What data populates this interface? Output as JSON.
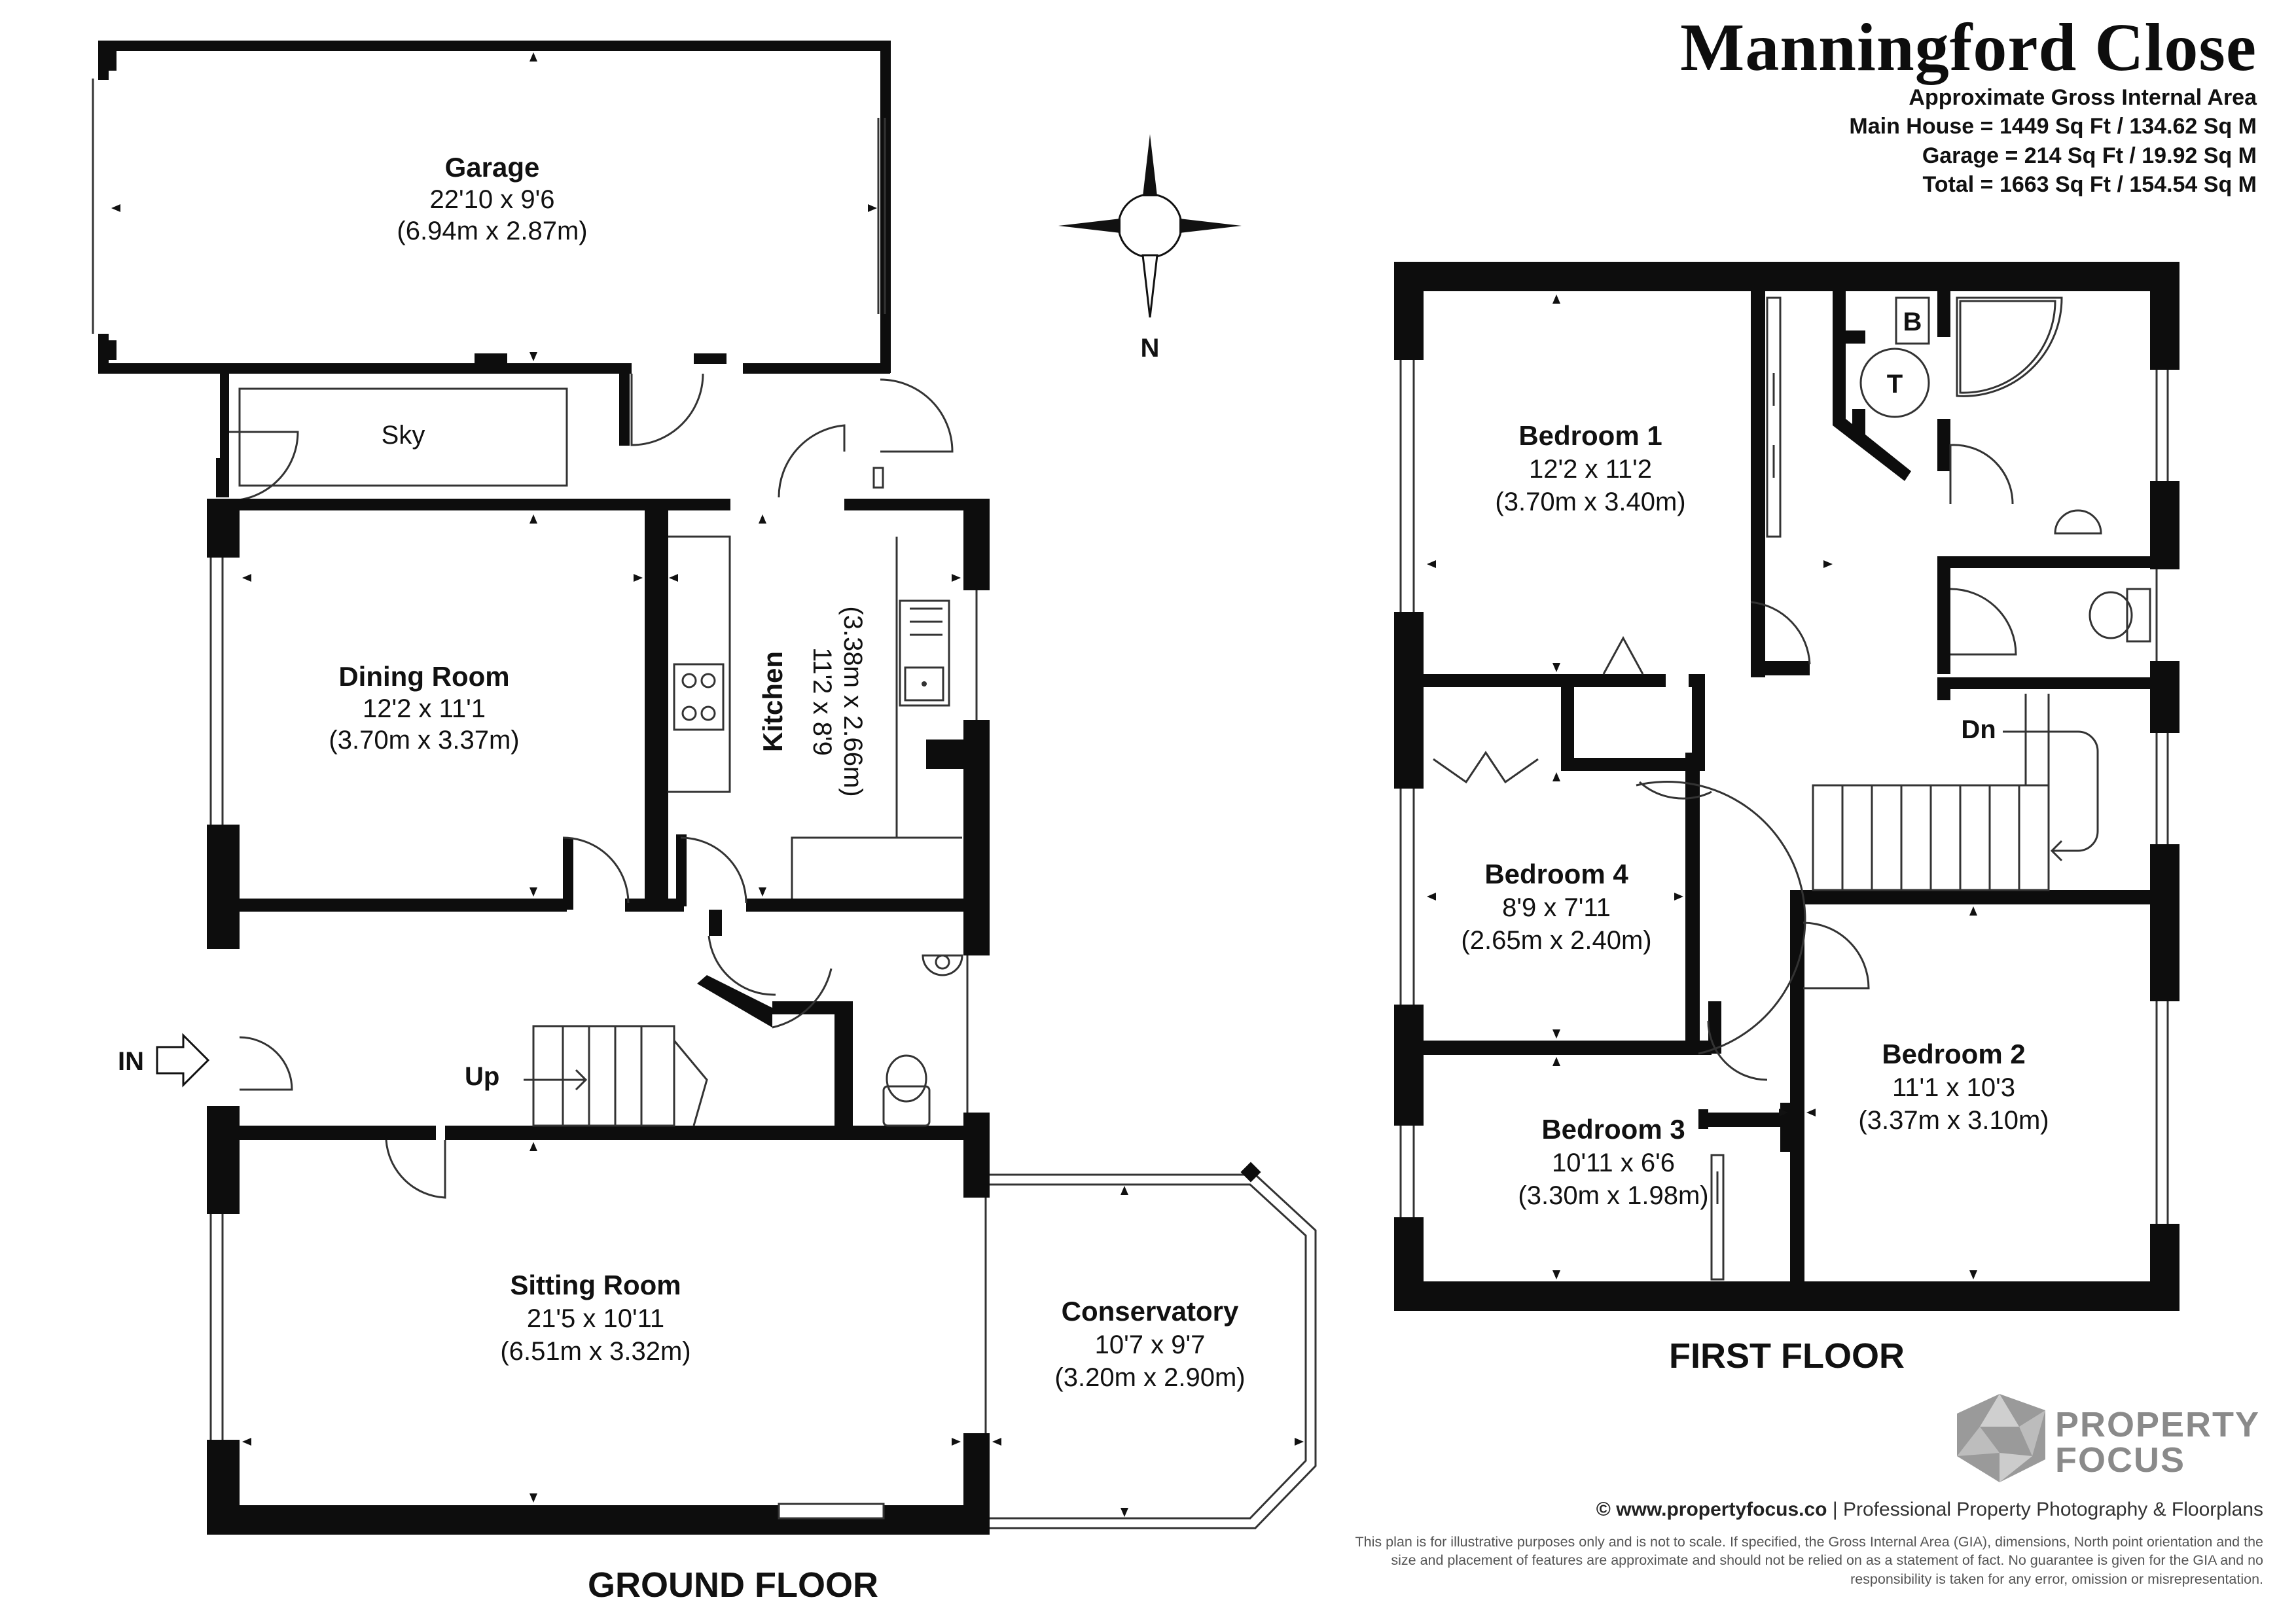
{
  "header": {
    "title": "Manningford Close",
    "subtitle": "Approximate Gross Internal Area",
    "areas": [
      "Main House = 1449 Sq Ft / 134.62 Sq M",
      "Garage = 214 Sq Ft / 19.92 Sq M",
      "Total = 1663 Sq Ft / 154.54 Sq M"
    ]
  },
  "compass": {
    "label": "N"
  },
  "ground_floor": {
    "label": "GROUND FLOOR",
    "entrance_label": "IN",
    "stairs_label": "Up",
    "skylight_label": "Sky",
    "rooms": {
      "garage": {
        "name": "Garage",
        "imperial": "22'10 x 9'6",
        "metric": "(6.94m x 2.87m)"
      },
      "dining": {
        "name": "Dining Room",
        "imperial": "12'2 x 11'1",
        "metric": "(3.70m x 3.37m)"
      },
      "kitchen": {
        "name": "Kitchen",
        "imperial": "11'2 x 8'9",
        "metric": "(3.38m x 2.66m)"
      },
      "sitting": {
        "name": "Sitting Room",
        "imperial": "21'5 x 10'11",
        "metric": "(6.51m x 3.32m)"
      },
      "conservatory": {
        "name": "Conservatory",
        "imperial": "10'7 x 9'7",
        "metric": "(3.20m x 2.90m)"
      }
    }
  },
  "first_floor": {
    "label": "FIRST FLOOR",
    "stairs_label": "Dn",
    "boiler_label": "B",
    "tank_label": "T",
    "rooms": {
      "bedroom1": {
        "name": "Bedroom 1",
        "imperial": "12'2 x 11'2",
        "metric": "(3.70m x 3.40m)"
      },
      "bedroom2": {
        "name": "Bedroom 2",
        "imperial": "11'1 x 10'3",
        "metric": "(3.37m x 3.10m)"
      },
      "bedroom3": {
        "name": "Bedroom 3",
        "imperial": "10'11 x 6'6",
        "metric": "(3.30m x 1.98m)"
      },
      "bedroom4": {
        "name": "Bedroom 4",
        "imperial": "8'9 x 7'11",
        "metric": "(2.65m x 2.40m)"
      }
    }
  },
  "logo": {
    "line1": "PROPERTY",
    "line2": "FOCUS"
  },
  "footer": {
    "website": "© www.propertyfocus.co",
    "tagline": "| Professional Property Photography & Floorplans",
    "disclaimer": "This plan is for illustrative purposes only and is not to scale. If specified, the Gross Internal Area (GIA), dimensions, North point orientation and the size and placement of features are approximate and should not be relied on as a statement of fact. No guarantee is given for the GIA and no responsibility is taken for any error, omission or misrepresentation."
  }
}
